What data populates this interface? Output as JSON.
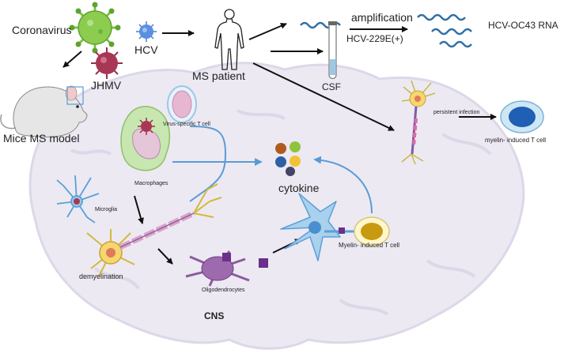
{
  "labels": {
    "coronavirus": "Coronavirus",
    "hcv": "HCV",
    "jhmv": "JHMV",
    "ms_patient": "MS patient",
    "amplification": "amplification",
    "hcv_oc43_rna": "HCV-OC43 RNA",
    "hcv_229e": "HCV-229E(+)",
    "csf": "CSF",
    "mice_ms_model": "Mice MS model",
    "virus_specific_t_cell": "Virus-specific T cell",
    "macrophages": "Macrophages",
    "microglia": "Microglia",
    "cytokine": "cytokine",
    "persistent_infection": "persistent infection",
    "myelin_induced_t_cell_right": "myelin- induced T cell",
    "myelin_induced_t_cell_center": "Myelin- induced T cell",
    "demyelination": "demyelination",
    "oligodendrocytes": "Oligodendrocytes",
    "cns": "CNS"
  },
  "colors": {
    "brain": "#ece9f3",
    "brain_stroke": "#dcd8e8",
    "coronavirus": "#7dc242",
    "jhmv": "#9b2d4a",
    "hcv": "#4a7bd0",
    "rna": "#2f6ea5",
    "arrow": "#111111",
    "cytokine_arrow": "#5b9bd5",
    "t_cell_blue": "#1f5fb4",
    "astrocyte": "#9cc8e8",
    "oligodendrocyte": "#8e5a9e",
    "macrophage": "#b8dca0"
  },
  "icons": [
    "coronavirus-icon",
    "hcv-virus-icon",
    "jhmv-virus-icon",
    "human-figure-icon",
    "mouse-icon",
    "rna-strand-icon",
    "test-tube-icon",
    "neuron-icon",
    "t-cell-icon",
    "cytokine-icon",
    "macrophage-icon",
    "microglia-icon",
    "oligodendrocyte-icon",
    "astrocyte-icon"
  ]
}
